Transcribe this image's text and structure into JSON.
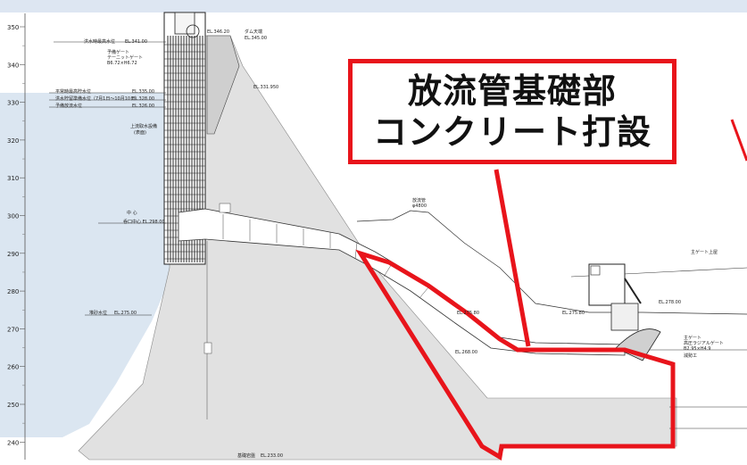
{
  "callout": {
    "line1": "放流管基礎部",
    "line2": "コンクリート打設"
  },
  "elevation_ticks": [
    "350",
    "340",
    "330",
    "320",
    "310",
    "300",
    "290",
    "280",
    "270",
    "260",
    "250",
    "240"
  ],
  "labels": {
    "dam_crest": "ダム天端",
    "dam_crest_el": "EL.345.00",
    "el_346": "EL.346.20",
    "flood_water": "洪水時最高水位",
    "flood_water_el": "EL.341.00",
    "spare_gate": "予備ゲート",
    "spare_gate_sub": "テーニットゲート",
    "spare_gate_dim": "B6.72×H6.72",
    "normal_high": "平常時最高貯水位",
    "normal_high_el": "EL.335.00",
    "flood_ctrl": "洪水貯留準備水位（7月1日〜10月10日）",
    "flood_ctrl_el": "EL.328.00",
    "spillway_level": "予備放流水位",
    "spillway_level_el": "EL.326.00",
    "el_331": "EL.331.950",
    "intake": "上流取水設備",
    "intake_sub": "(表面)",
    "center_label": "中 心",
    "center_el": "呑口中心 EL.298.00",
    "pipe": "放流管",
    "pipe_dim": "φ4800",
    "main_gate_upper": "主ゲート上屋",
    "main_gate": "主ゲート",
    "main_gate_sub": "高圧ラジアルゲート",
    "main_gate_dim": "B2.95×H4.9",
    "energy": "減勢工",
    "el_278": "EL.278.00",
    "el_275": "EL.275.80",
    "el_275b": "EL.275.80",
    "sediment": "堆砂水位",
    "sediment_el": "EL.275.00",
    "el_268": "EL.268.00",
    "foundation": "基礎岩盤",
    "foundation_el": "EL.233.00"
  }
}
